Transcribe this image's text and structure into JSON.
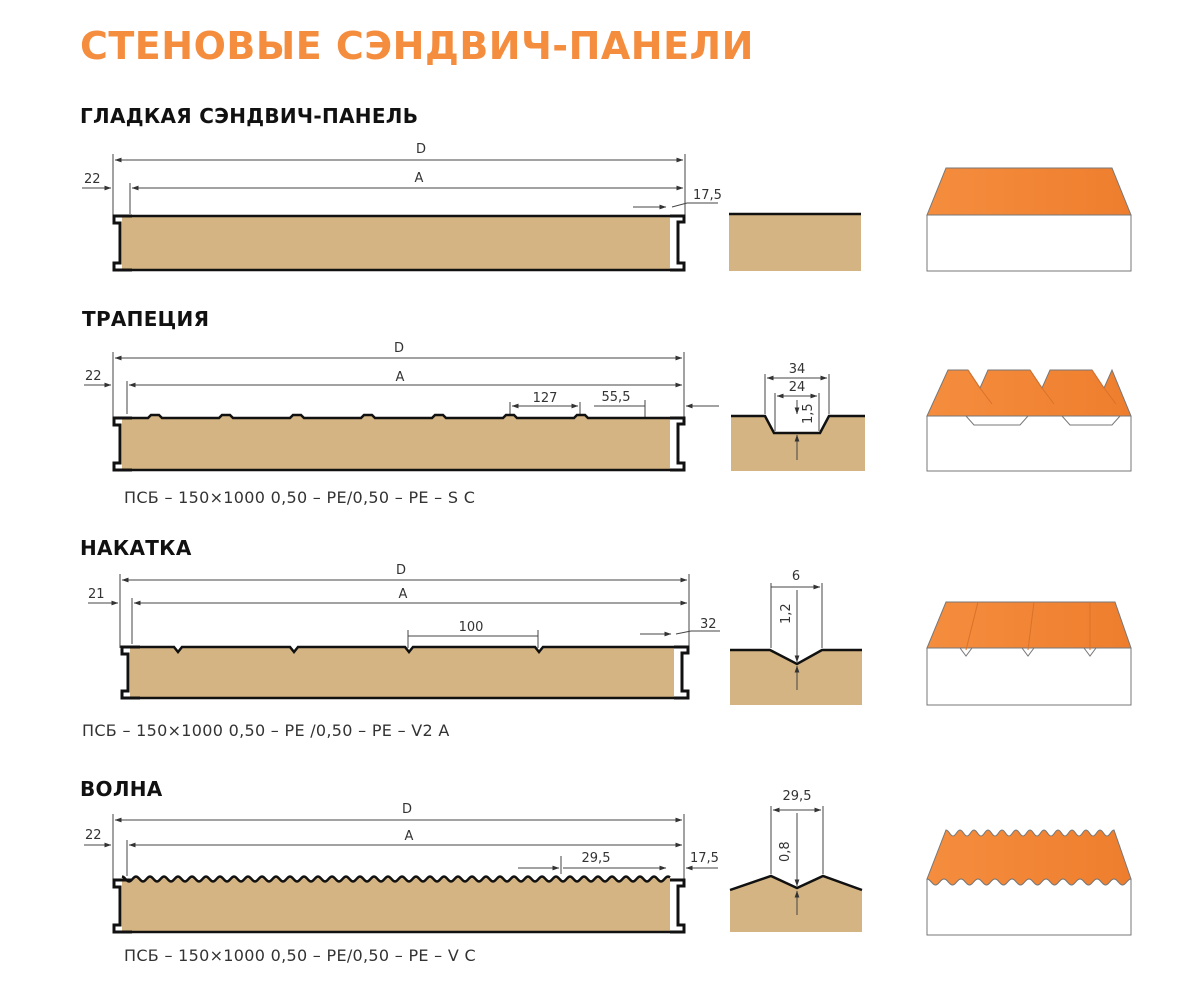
{
  "title": "СТЕНОВЫЕ СЭНДВИЧ-ПАНЕЛИ",
  "colors": {
    "accent": "#F58D3E",
    "core": "#D4B483",
    "line": "#111111",
    "roof_white": "#FFFFFF",
    "roof_edge": "#777777"
  },
  "panels": [
    {
      "name": "ГЛАДКАЯ СЭНДВИЧ-ПАНЕЛЬ",
      "profile": "smooth",
      "spec": "",
      "dims": {
        "overall": "D",
        "effective": "A",
        "left": "22",
        "edge": "17,5"
      }
    },
    {
      "name": "ТРАПЕЦИЯ",
      "profile": "trapezoid",
      "spec": "ПСБ – 150×1000 0,50 – PE/0,50 – PE – S C",
      "dims": {
        "overall": "D",
        "effective": "A",
        "left": "22",
        "pitch": "127",
        "edge": "55,5",
        "top_width": "34",
        "bottom_width": "24",
        "depth": "1,5"
      }
    },
    {
      "name": "НАКАТКА",
      "profile": "v-groove",
      "spec": "ПСБ – 150×1000 0,50 – PE /0,50 – PE – V2 A",
      "dims": {
        "overall": "D",
        "effective": "A",
        "left": "21",
        "pitch": "100",
        "edge": "32",
        "width": "6",
        "depth": "1,2"
      }
    },
    {
      "name": "ВОЛНА",
      "profile": "wave",
      "spec": "ПСБ – 150×1000 0,50 – PE/0,50 – PE – V C",
      "dims": {
        "overall": "D",
        "effective": "A",
        "left": "22",
        "pitch": "29,5",
        "edge": "17,5",
        "width": "29,5",
        "depth": "0,8"
      }
    }
  ]
}
